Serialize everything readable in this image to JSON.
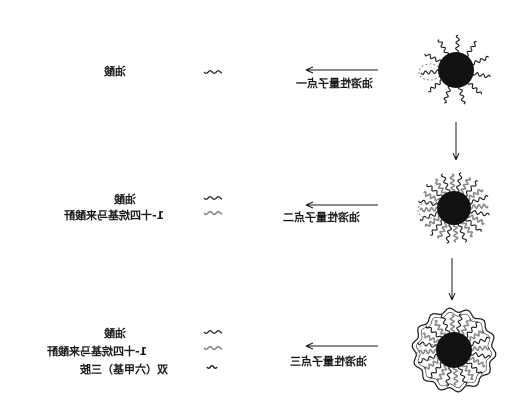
{
  "steps": [
    {
      "caption": "油溶性量子点一",
      "legend": [
        "油酸"
      ]
    },
    {
      "caption": "油溶性量子点二",
      "legend": [
        "油酸",
        "1-十四烷基马来酸酐"
      ]
    },
    {
      "caption": "油溶性量子点三",
      "legend": [
        "油酸",
        "1-十四烷基马来酸酐",
        "双（六甲基）三胺"
      ]
    }
  ],
  "colors": {
    "ink": "#1a1a1a",
    "dot": "#111111",
    "ligand_gray": "#8a8a8a"
  }
}
